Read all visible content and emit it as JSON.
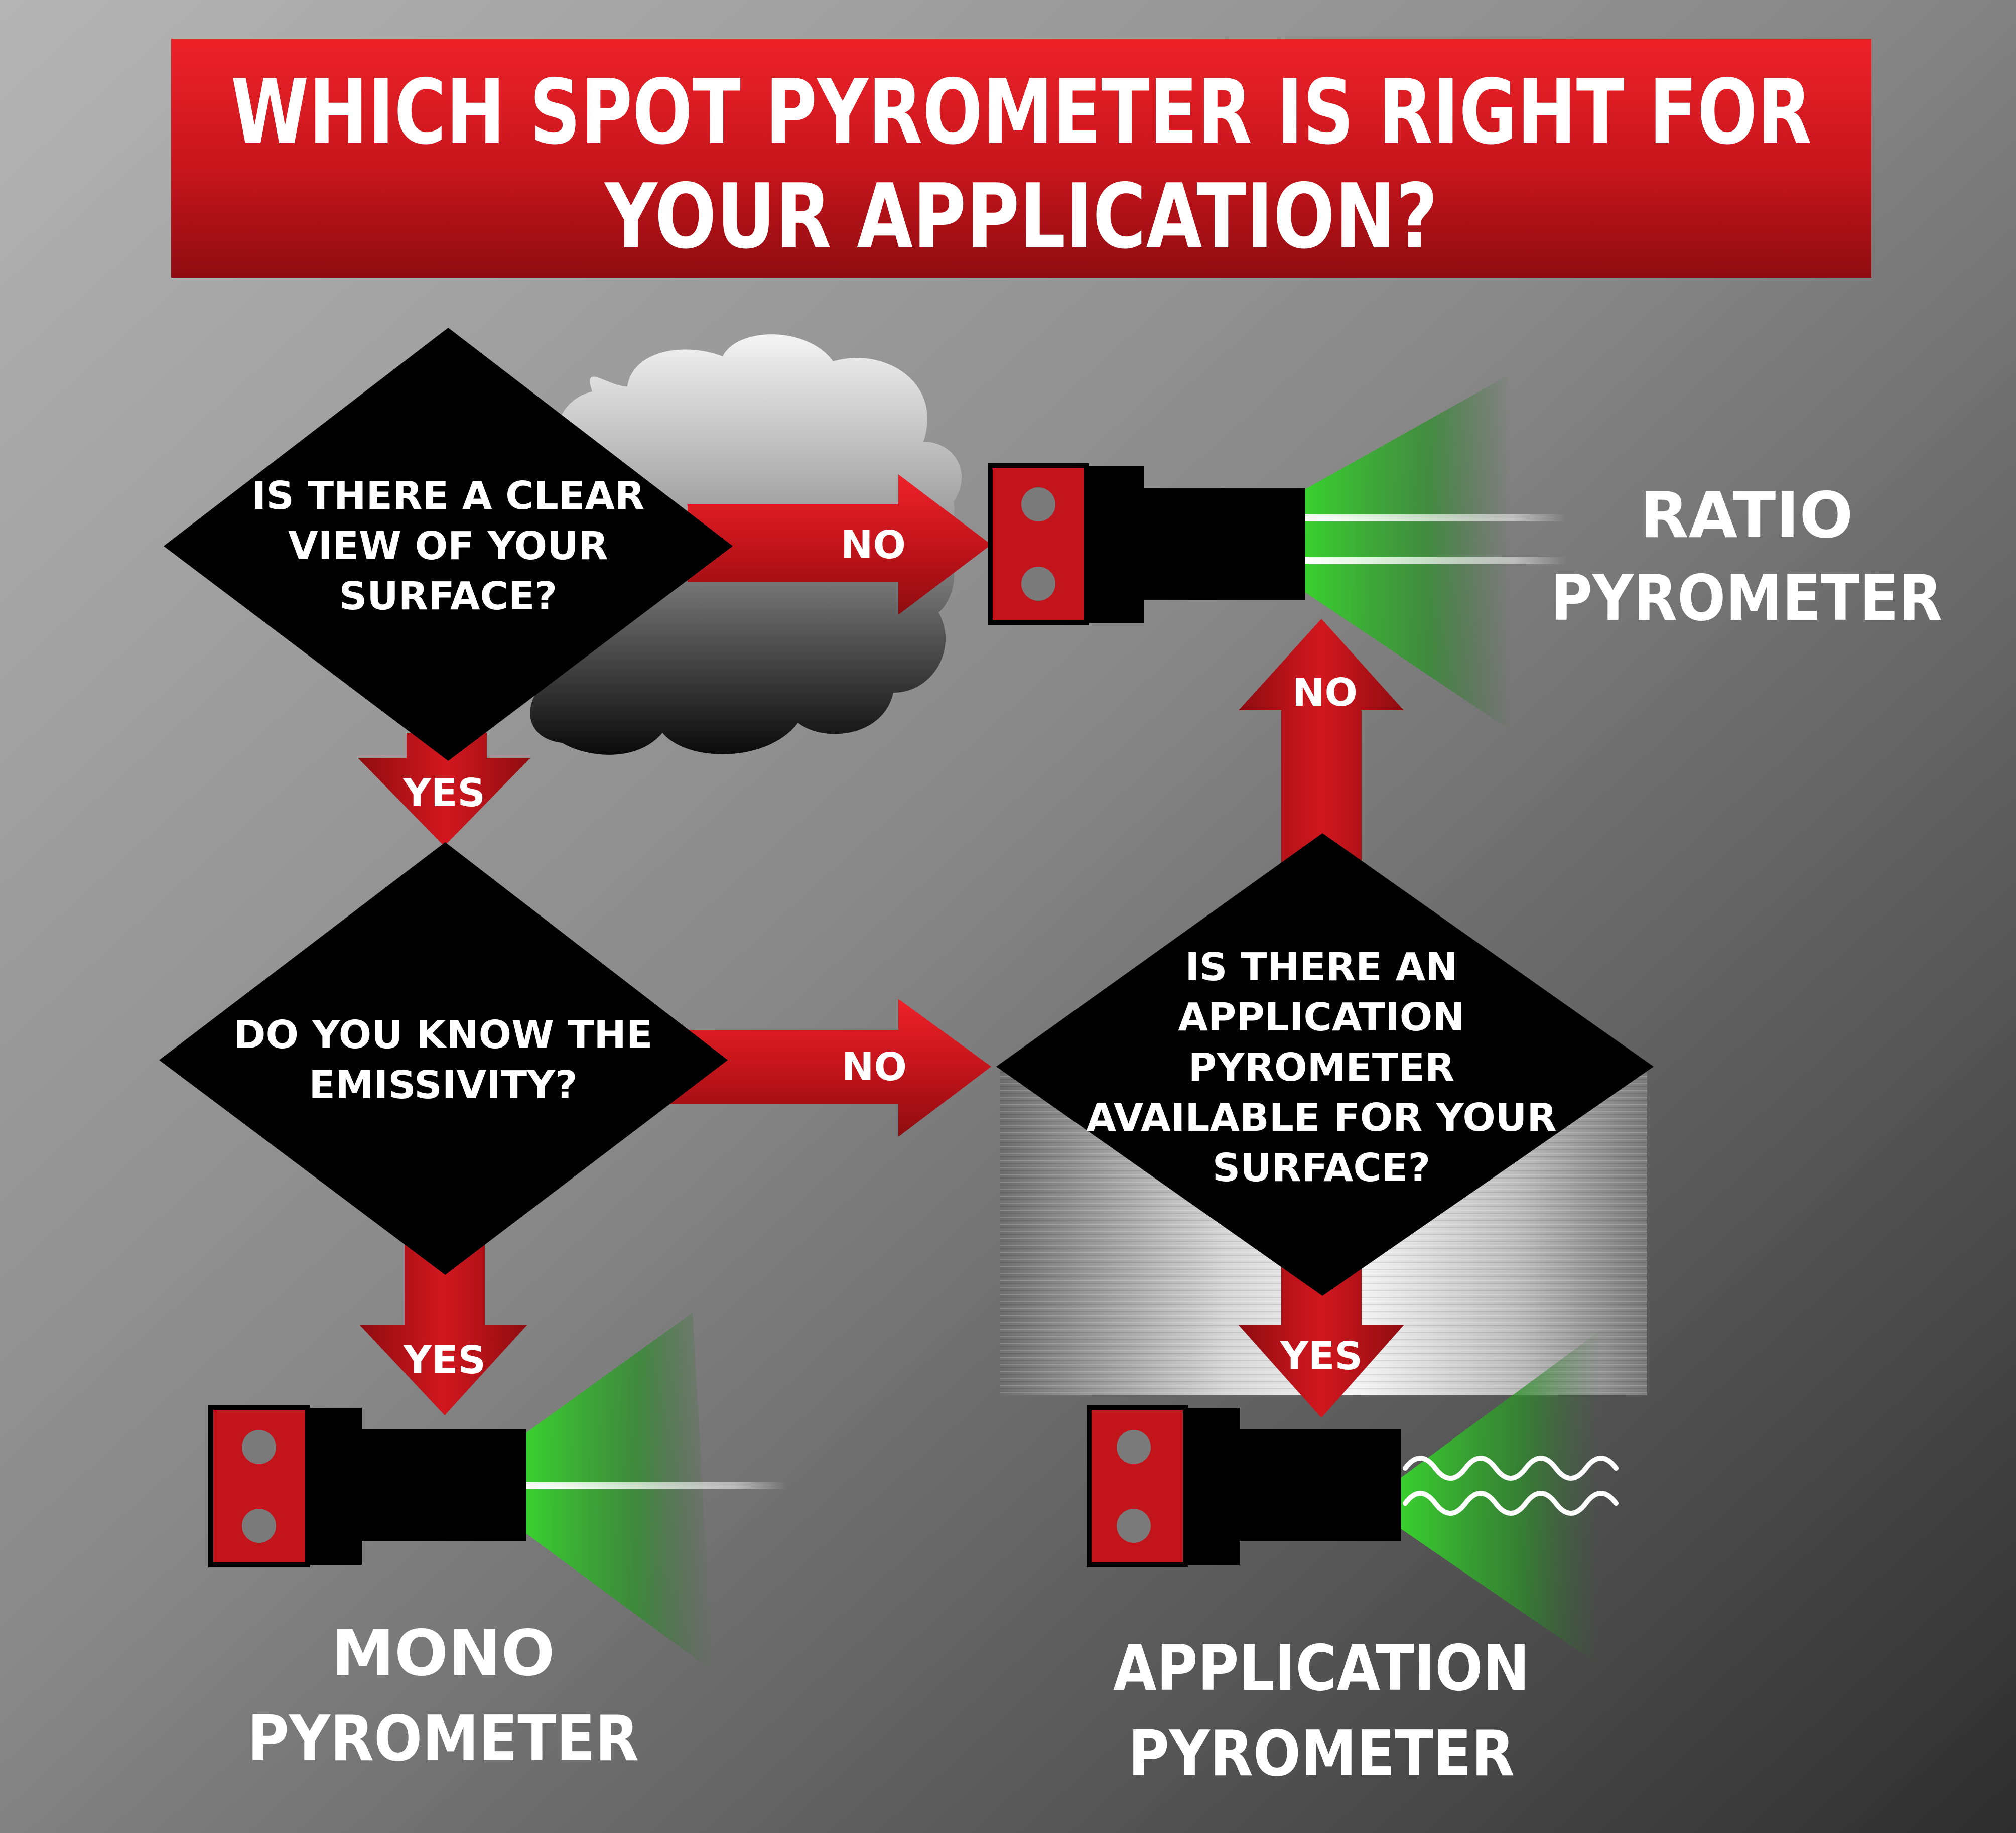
{
  "title": {
    "line1": "WHICH SPOT PYROMETER IS RIGHT FOR",
    "line2": "YOUR APPLICATION?"
  },
  "questions": {
    "clear_view": [
      "IS THERE A CLEAR",
      "VIEW OF YOUR",
      "SURFACE?"
    ],
    "emissivity": [
      "DO YOU KNOW THE",
      "EMISSIVITY?"
    ],
    "application": [
      "IS THERE AN",
      "APPLICATION",
      "PYROMETER",
      "AVAILABLE FOR YOUR",
      "SURFACE?"
    ]
  },
  "arrows": {
    "clear_view_no": "NO",
    "clear_view_yes": "YES",
    "emissivity_no": "NO",
    "emissivity_yes": "YES",
    "application_no": "NO",
    "application_yes": "YES"
  },
  "results": {
    "ratio": [
      "RATIO",
      "PYROMETER"
    ],
    "mono": [
      "MONO",
      "PYROMETER"
    ],
    "application": [
      "APPLICATION",
      "PYROMETER"
    ]
  },
  "colors": {
    "accent_red": "#e31c24",
    "dark_red": "#9c0f14",
    "beam_green": "#2ec82e",
    "diamond": "#000000"
  },
  "icons": [
    "cloud-icon",
    "pyrometer-icon",
    "metal-surface-icon",
    "heat-wave-icon"
  ]
}
